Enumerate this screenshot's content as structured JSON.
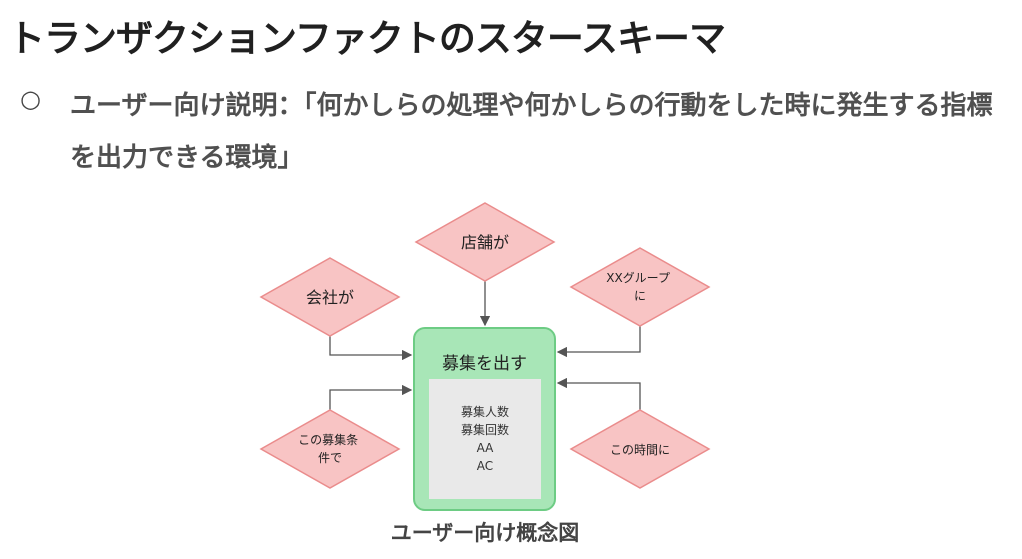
{
  "slide": {
    "title": "トランザクションファクトのスタースキーマ",
    "bullet_marker": "○",
    "description": "ユーザー向け説明：「何かしらの処理や何かしらの行動をした時に発生する指標を出力できる環境」",
    "caption": "ユーザー向け概念図"
  },
  "diagram": {
    "fact": {
      "title": "募集を出す",
      "measures": [
        "募集人数",
        "募集回数",
        "AA",
        "AC"
      ]
    },
    "dimensions": {
      "store": [
        "店舗が"
      ],
      "company": [
        "会社が"
      ],
      "group": [
        "XXグループ",
        "に"
      ],
      "condition": [
        "この募集条",
        "件で"
      ],
      "time": [
        "この時間に"
      ]
    },
    "colors": {
      "diamond_fill": "#f8c4c4",
      "diamond_stroke": "#ea8c8c",
      "fact_fill": "#a8e6b7",
      "fact_stroke": "#6dcc84",
      "measure_fill": "#e9e9e9",
      "arrow": "#555555"
    }
  }
}
